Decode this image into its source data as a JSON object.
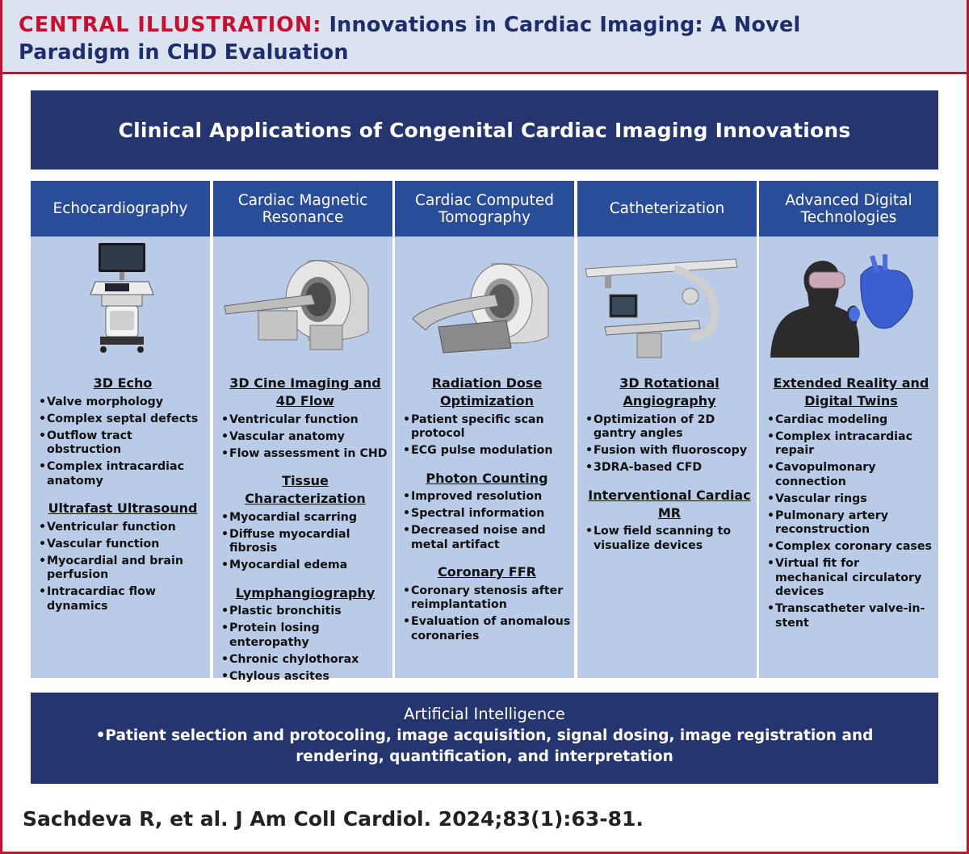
{
  "header": {
    "lead": "CENTRAL ILLUSTRATION:",
    "title_line1": "Innovations in Cardiac Imaging: A Novel",
    "title_line2": "Paradigm in CHD Evaluation"
  },
  "banner": "Clinical Applications of Congenital Cardiac Imaging Innovations",
  "columns": [
    {
      "title": "Echocardiography",
      "icon": "ultrasound-machine",
      "sections": [
        {
          "title": "3D Echo",
          "items": [
            "Valve morphology",
            "Complex septal defects",
            "Outflow tract obstruction",
            "Complex intracardiac anatomy"
          ]
        },
        {
          "title": "Ultrafast Ultrasound",
          "items": [
            "Ventricular function",
            "Vascular function",
            "Myocardial and brain perfusion",
            "Intracardiac flow dynamics"
          ]
        }
      ]
    },
    {
      "title": "Cardiac Magnetic Resonance",
      "icon": "mri-scanner",
      "sections": [
        {
          "title": "3D Cine Imaging and 4D Flow",
          "items": [
            "Ventricular function",
            "Vascular anatomy",
            "Flow assessment in CHD"
          ]
        },
        {
          "title": "Tissue Characterization",
          "items": [
            "Myocardial scarring",
            "Diffuse myocardial fibrosis",
            "Myocardial edema"
          ]
        },
        {
          "title": "Lymphangiography",
          "items": [
            "Plastic bronchitis",
            "Protein losing enteropathy",
            "Chronic chylothorax",
            "Chylous ascites"
          ]
        }
      ]
    },
    {
      "title": "Cardiac Computed Tomography",
      "icon": "ct-scanner",
      "sections": [
        {
          "title": "Radiation Dose Optimization",
          "items": [
            "Patient specific scan protocol",
            "ECG pulse modulation"
          ]
        },
        {
          "title": "Photon Counting",
          "items": [
            "Improved resolution",
            "Spectral information",
            "Decreased noise and metal artifact"
          ]
        },
        {
          "title": "Coronary FFR",
          "items": [
            "Coronary stenosis after reimplantation",
            "Evaluation of anomalous coronaries"
          ]
        }
      ]
    },
    {
      "title": "Catheterization",
      "icon": "angiography-system",
      "sections": [
        {
          "title": "3D Rotational Angiography",
          "items": [
            "Optimization of 2D gantry angles",
            "Fusion with fluoroscopy",
            "3DRA-based CFD"
          ]
        },
        {
          "title": "Interventional Cardiac MR",
          "items": [
            "Low field scanning to visualize devices"
          ]
        }
      ]
    },
    {
      "title": "Advanced Digital Technologies",
      "icon": "vr-headset-heart",
      "sections": [
        {
          "title": "Extended Reality and Digital Twins",
          "items": [
            "Cardiac modeling",
            "Complex intracardiac repair",
            "Cavopulmonary connection",
            "Vascular rings",
            "Pulmonary artery reconstruction",
            "Complex coronary cases",
            "Virtual fit for mechanical circulatory devices",
            "Transcatheter valve-in-stent"
          ]
        }
      ]
    }
  ],
  "ai": {
    "title": "Artificial Intelligence",
    "text": "•Patient selection and protocoling, image acquisition, signal dosing, image registration and rendering, quantification, and interpretation"
  },
  "citation": "Sachdeva R, et al. J Am Coll Cardiol. 2024;83(1):63-81.",
  "colors": {
    "brand_red": "#c8102e",
    "navy": "#24356f",
    "column_header": "#2a4d9a",
    "column_bg": "#b9cbe6",
    "header_bg": "#dbe3f1"
  }
}
